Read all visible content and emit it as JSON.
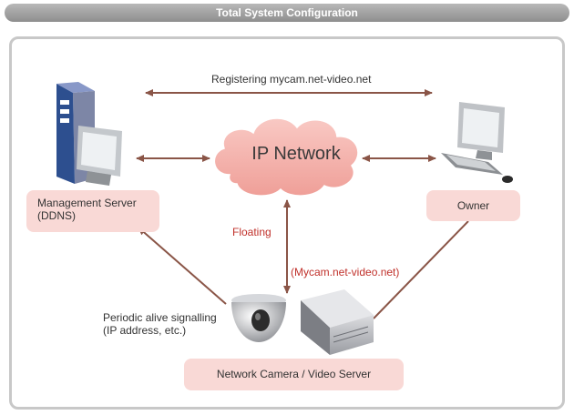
{
  "title": "Total System Configuration",
  "registering_label": "Registering mycam.net-video.net",
  "network_label": "IP Network",
  "floating_label": "Floating",
  "domain_label": "(Mycam.net-video.net)",
  "periodic_line1": "Periodic alive signalling",
  "periodic_line2": "(IP address, etc.)",
  "management_line1": "Management Server",
  "management_line2": "(DDNS)",
  "owner_label": "Owner",
  "camera_label": "Network Camera /  Video Server",
  "colors": {
    "arrow": "#8a5547",
    "box_fill": "#f9d9d6",
    "cloud_fill": "#f4b6b0",
    "accent_red": "#c0302a"
  },
  "icons": [
    "server-tower-icon",
    "desktop-computer-icon",
    "dome-camera-icon",
    "video-server-icon",
    "cloud-icon"
  ]
}
